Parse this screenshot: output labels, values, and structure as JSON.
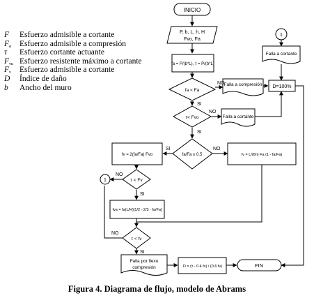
{
  "legend": [
    {
      "sym": "F",
      "sub": "",
      "desc": "Esfuerzo admisible a cortante"
    },
    {
      "sym": "F",
      "sub": "a",
      "desc": "Esfuerzo admisible a compresión"
    },
    {
      "sym": "τ",
      "sub": "",
      "desc": "Esfuerzo cortante actuante"
    },
    {
      "sym": "F",
      "sub": "vu",
      "desc": "Esfuerzo resistente máximo a cortante"
    },
    {
      "sym": "F",
      "sub": "v",
      "desc": "Esfuerzo admisible a cortante"
    },
    {
      "sym": "D",
      "sub": "",
      "desc": "Índice de daño"
    },
    {
      "sym": "b",
      "sub": "",
      "desc": "Ancho del muro"
    }
  ],
  "flow": {
    "start": "INICIO",
    "input_line1": "P, b, L, h, H",
    "input_line2": "Fvo, Fa",
    "fa_calc": "fa = P/(b*L), τ = P/(b*L)",
    "d1": "fa < Fa",
    "falla_compresion": "Falla a compresión",
    "d100": "D=100%",
    "connector_label": "1",
    "falla_cortante_top": "Falla a cortante",
    "d2": "τ< Fvo",
    "falla_cortante_mid": "Falla a cortante",
    "d3": "fa/Fa ≤ 0.5",
    "fv_left": "fv = 2(fa/Fa) Fvo",
    "fv_right": "fv = L/(6h) Fa (1 - fa/Fa)",
    "d4": "τ < Fv",
    "fva": "fva = fa(L/H)[1/2 - 2/3 · fa/Fa]",
    "d5": "τ < fv",
    "falla_flexo_line1": "Falla por flexo",
    "falla_flexo_line2": "compresión",
    "d_formula": "D = (τ - 0.4 fv) / (0.6 fv)",
    "end": "FIN",
    "no": "NO",
    "si": "SI"
  },
  "caption": "Figura 4. Diagrama de flujo, modelo de Abrams"
}
